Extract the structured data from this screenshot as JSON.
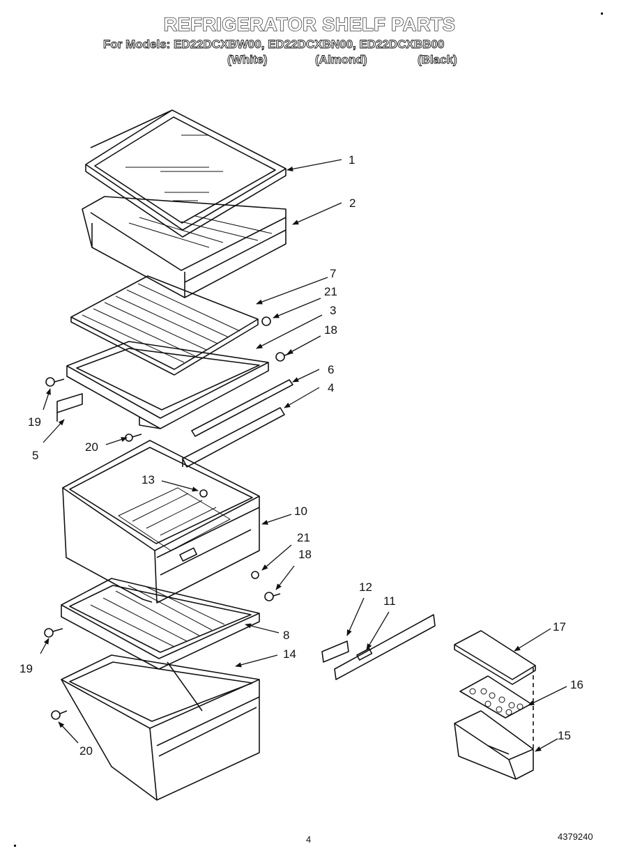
{
  "header": {
    "title": "REFRIGERATOR SHELF PARTS",
    "models_line": "For Models:  ED22DCXBW00, ED22DCXBN00, ED22DCXBB00",
    "colors": [
      "(White)",
      "(Almond)",
      "(Black)"
    ]
  },
  "callouts": [
    "1",
    "2",
    "7",
    "21",
    "3",
    "18",
    "6",
    "4",
    "19",
    "5",
    "20",
    "13",
    "10",
    "21",
    "18",
    "8",
    "19",
    "14",
    "20",
    "12",
    "11",
    "17",
    "16",
    "15"
  ],
  "footer": {
    "page_number": "4",
    "part_code": "4379240"
  }
}
